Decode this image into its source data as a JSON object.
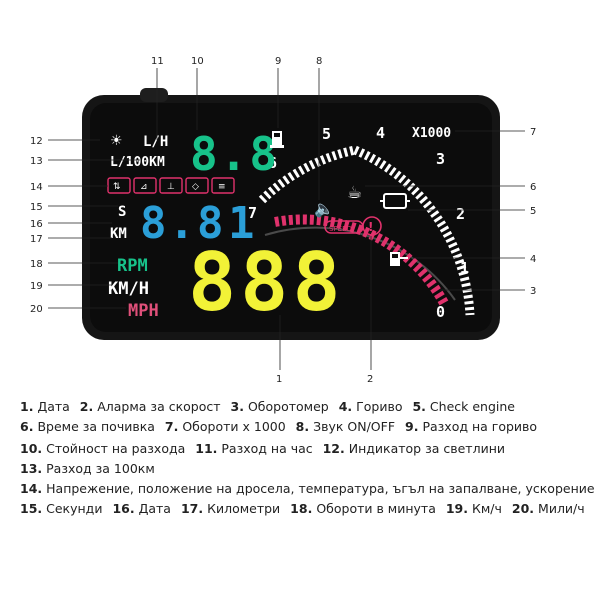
{
  "hud": {
    "fuel_units": "L/H",
    "fuel_per_km_units": "L/100KM",
    "fuel_value": "8.8",
    "seconds_label": "S",
    "distance_label": "KM",
    "distance_value": "8.8",
    "distance_prefix": "1",
    "rpm_label": "RPM",
    "kmh_label": "KM/H",
    "mph_label": "MPH",
    "speed_value": "888",
    "rpm_scale_label": "X1000",
    "tach_numbers": [
      "0",
      "1",
      "2",
      "3",
      "4",
      "5",
      "6",
      "7"
    ],
    "speed_alarm": "SPEED",
    "colors": {
      "green": "#17c28a",
      "blue": "#2b9fd8",
      "yellow": "#f2f237",
      "pink": "#e0326c",
      "white": "#ffffff",
      "red_mph": "#e0507a"
    }
  },
  "callouts": {
    "left": [
      "12",
      "13",
      "14",
      "15",
      "16",
      "17",
      "18",
      "19",
      "20"
    ],
    "top": [
      "11",
      "10",
      "9",
      "8"
    ],
    "right": [
      "7",
      "6",
      "5",
      "4",
      "3"
    ],
    "bottom": [
      "1",
      "2"
    ]
  },
  "legend": {
    "row1": [
      {
        "n": "1.",
        "t": "Дата"
      },
      {
        "n": "2.",
        "t": "Аларма за скорост"
      },
      {
        "n": "3.",
        "t": "Оборотомер"
      },
      {
        "n": "4.",
        "t": "Гориво"
      },
      {
        "n": "5.",
        "t": "Check engine"
      }
    ],
    "row2": [
      {
        "n": "6.",
        "t": "Време за почивка"
      },
      {
        "n": "7.",
        "t": "Обороти х 1000"
      },
      {
        "n": "8.",
        "t": "Звук ON/OFF"
      },
      {
        "n": "9.",
        "t": "Разход на гориво"
      }
    ],
    "row3": [
      {
        "n": "10.",
        "t": "Стойност на разхода"
      },
      {
        "n": "11.",
        "t": "Разход на час"
      },
      {
        "n": "12.",
        "t": "Индикатор за светлини"
      }
    ],
    "row4": [
      {
        "n": "13.",
        "t": "Разход за 100км"
      }
    ],
    "row5": [
      {
        "n": "14.",
        "t": "Напрежение, положение на дросела, температура, ъгъл на запалване, ускорение"
      }
    ],
    "row6": [
      {
        "n": "15.",
        "t": "Секунди"
      },
      {
        "n": "16.",
        "t": "Дата"
      },
      {
        "n": "17.",
        "t": "Километри"
      },
      {
        "n": "18.",
        "t": "Обороти в минута"
      },
      {
        "n": "19.",
        "t": "Км/ч"
      },
      {
        "n": "20.",
        "t": "Мили/ч"
      }
    ]
  }
}
